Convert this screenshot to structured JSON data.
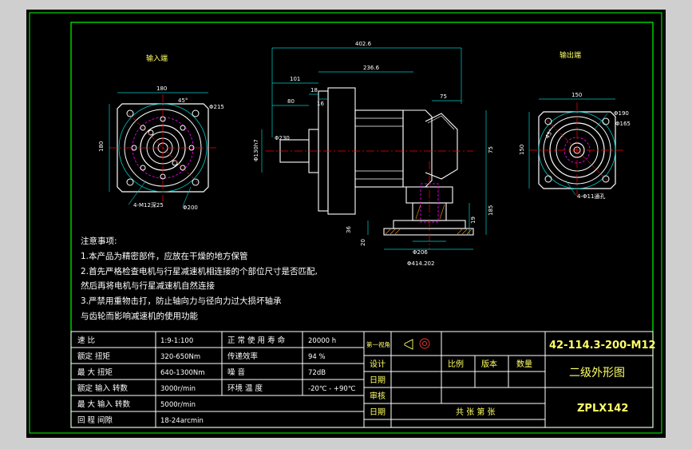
{
  "colors": {
    "background": "#000000",
    "frame": "#00ff00",
    "outline": "#ffffff",
    "centerline": "#ff0000",
    "hidden": "#ff00ff",
    "hatch": "#ff9900",
    "dimension": "#00cccc",
    "text_white": "#ffffff",
    "text_yellow": "#ffff66"
  },
  "views": {
    "input_title": "输入端",
    "output_title": "输出端"
  },
  "dims": {
    "total_length": "402.6",
    "len_236": "236.6",
    "len_101": "101",
    "len_80": "80",
    "len_18": "18",
    "len_16": "16",
    "len_75": "75",
    "right_75": "75",
    "right_185": "185",
    "right_19": "19",
    "h_36": "36",
    "h_20": "20",
    "d_shaft": "Φ230",
    "d_flange_out": "Φ414.202",
    "d_flange_in": "Φ206",
    "d_130": "Φ130h7",
    "left_180_top": "180",
    "left_180_side": "180",
    "left_d215": "Φ215",
    "left_45": "45°",
    "left_holes": "4-M12深25",
    "left_d200": "Φ200",
    "right_150_top": "150",
    "right_150_side": "150",
    "right_d190": "Φ190",
    "right_d165": "Φ165",
    "right_45": "45°",
    "right_holes": "4-Φ11通孔"
  },
  "notes": {
    "title": "注意事项:",
    "line1": "1.本产品为精密部件，应放在干燥的地方保管",
    "line2": "2.首先严格检查电机与行星减速机相连接的个部位尺寸是否匹配,",
    "line3": "然后再将电机与行星减速机自然连接",
    "line4": "3.严禁用重物击打，防止轴向力与径向力过大损坏轴承",
    "line5": "与齿轮而影响减速机的使用功能"
  },
  "specs": [
    {
      "label": "速 比",
      "value": "1:9-1:100",
      "label2": "正 常 使 用 寿 命",
      "value2": "20000 h"
    },
    {
      "label": "额定 扭矩",
      "value": "320-650Nm",
      "label2": "传递效率",
      "value2": "94 %"
    },
    {
      "label": "最 大 扭矩",
      "value": "640-1300Nm",
      "label2": "噪 音",
      "value2": "72dB"
    },
    {
      "label": "额定 输入 转数",
      "value": "3000r/min",
      "label2": "环境 温 度",
      "value2": "-20℃ - +90℃"
    },
    {
      "label": "最 大 输入 转数",
      "value": "5000r/min",
      "label2": "",
      "value2": ""
    },
    {
      "label": "回 程 间隙",
      "value": "18-24arcmin",
      "label2": "",
      "value2": ""
    }
  ],
  "title_block": {
    "projection_label": "第一视角",
    "drawing_no": "42-114.3-200-M12",
    "design": "设计",
    "draw": "日期",
    "scale_label": "比例",
    "version_label": "版本",
    "quantity_label": "数量",
    "name": "二级外形图",
    "check": "审核",
    "date": "日期",
    "sheets": "共  张  第  张",
    "model": "ZPLX142"
  }
}
